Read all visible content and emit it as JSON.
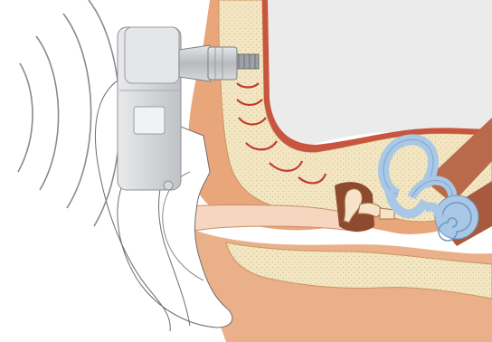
{
  "figure": {
    "subject": "bone-anchored-hearing-aid",
    "parts": {
      "sound_waves": {
        "count": 4,
        "color": "#8a8a8a"
      },
      "processor": {
        "icon": "sound-processor-icon",
        "color": "#d7d8da"
      },
      "abutment": {
        "icon": "abutment-icon",
        "color": "#bfc1c4"
      },
      "implant": {
        "icon": "titanium-implant-icon",
        "color": "#9ea2a6"
      },
      "skull_bone": {
        "color": "#f3e6c3"
      },
      "soft_tissue": {
        "color": "#e9a67b"
      },
      "vibration_arcs": {
        "count": 6,
        "color": "#c2392b"
      },
      "outer_ear": {
        "icon": "pinna-icon",
        "color": "#ffffff"
      },
      "ear_canal": {
        "color": "#f6d6bf"
      },
      "ossicles": {
        "icon": "ossicles-icon",
        "color": "#f7e4c8"
      },
      "cochlea": {
        "icon": "cochlea-icon",
        "color": "#a9c8e6"
      },
      "semicircular_canals": {
        "icon": "semicircular-canals-icon",
        "color": "#a9c8e6"
      },
      "brain_cavity": {
        "color": "#ebebeb"
      }
    }
  }
}
